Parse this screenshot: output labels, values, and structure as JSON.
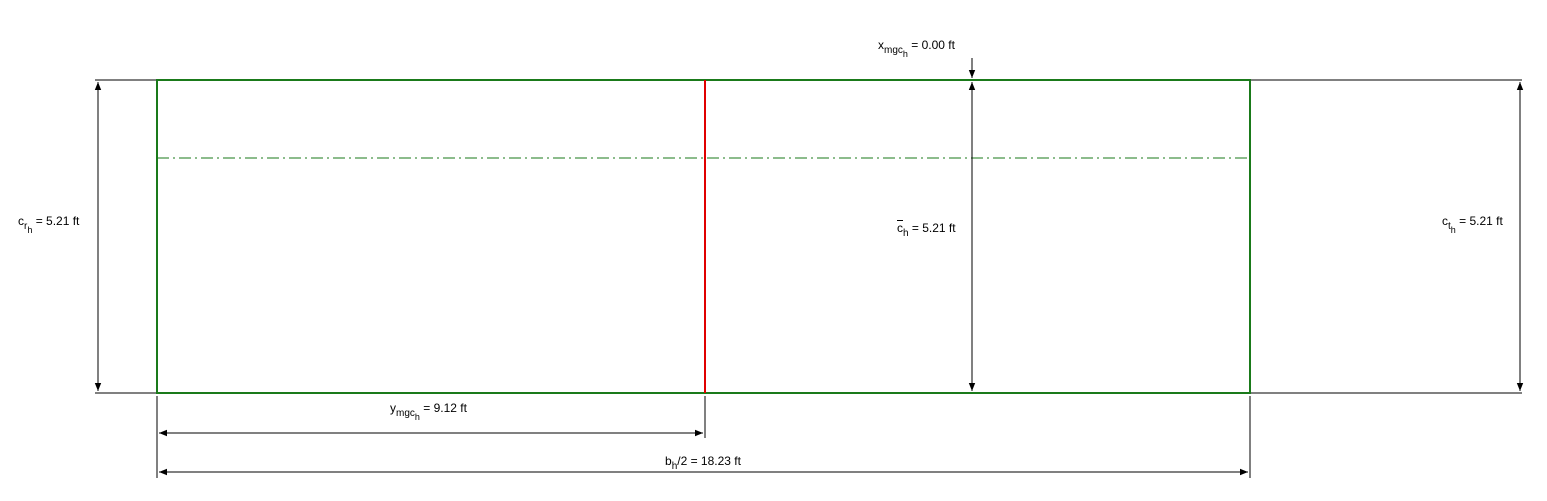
{
  "labels": {
    "xmgc": {
      "sym": "x",
      "sub": "mgc",
      "subsub": "h",
      "value": " = 0.00 ft"
    },
    "cr": {
      "sym": "c",
      "sub": "r",
      "subsub": "h",
      "value": " = 5.21 ft"
    },
    "cbar": {
      "sym": "c",
      "sub": "h",
      "value": " = 5.21 ft"
    },
    "ct": {
      "sym": "c",
      "sub": "t",
      "subsub": "h",
      "value": " = 5.21 ft"
    },
    "ymgc": {
      "sym": "y",
      "sub": "mgc",
      "subsub": "h",
      "value": " = 9.12 ft"
    },
    "bh": {
      "sym": "b",
      "sub": "h",
      "value": "/2 = 18.23 ft"
    }
  },
  "colors": {
    "outline": "#1a7a1a",
    "mgc_line": "#e00000",
    "dim": "#000000",
    "centerline": "#1a7a1a"
  }
}
